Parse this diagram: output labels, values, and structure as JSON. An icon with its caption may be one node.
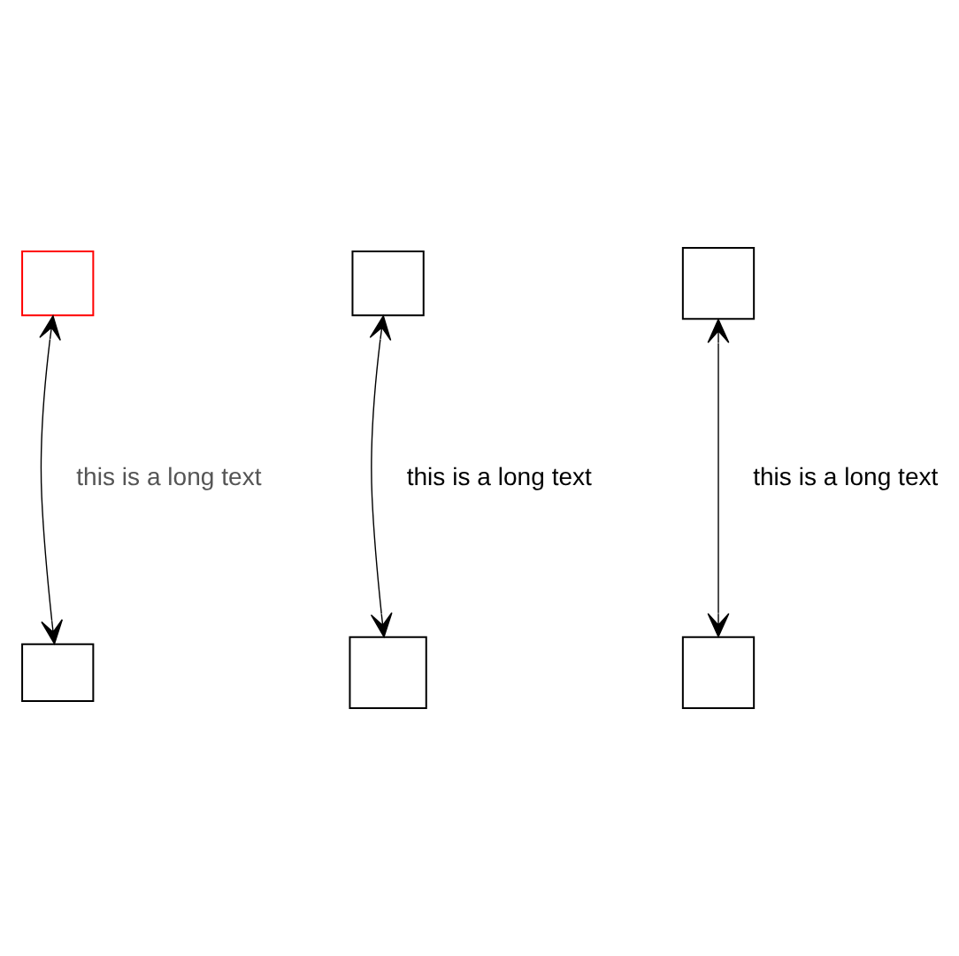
{
  "diagram": {
    "nodes": [
      {
        "text": [],
        "shape": "box"
      },
      {
        "text": [],
        "shape": "box"
      },
      {
        "text": [],
        "shape": "box"
      },
      {
        "text": [],
        "shape": "box"
      },
      {
        "text": [],
        "shape": "box"
      },
      {
        "text": [],
        "shape": "box"
      }
    ],
    "edges": [
      {
        "from": 0,
        "to": 3,
        "arrow": "both",
        "label": "this is a long text"
      },
      {
        "from": 1,
        "to": 4,
        "arrow": "both",
        "label": "this is a long text"
      },
      {
        "from": 2,
        "to": 5,
        "arrow": "both",
        "label": "this is a long text"
      }
    ]
  }
}
